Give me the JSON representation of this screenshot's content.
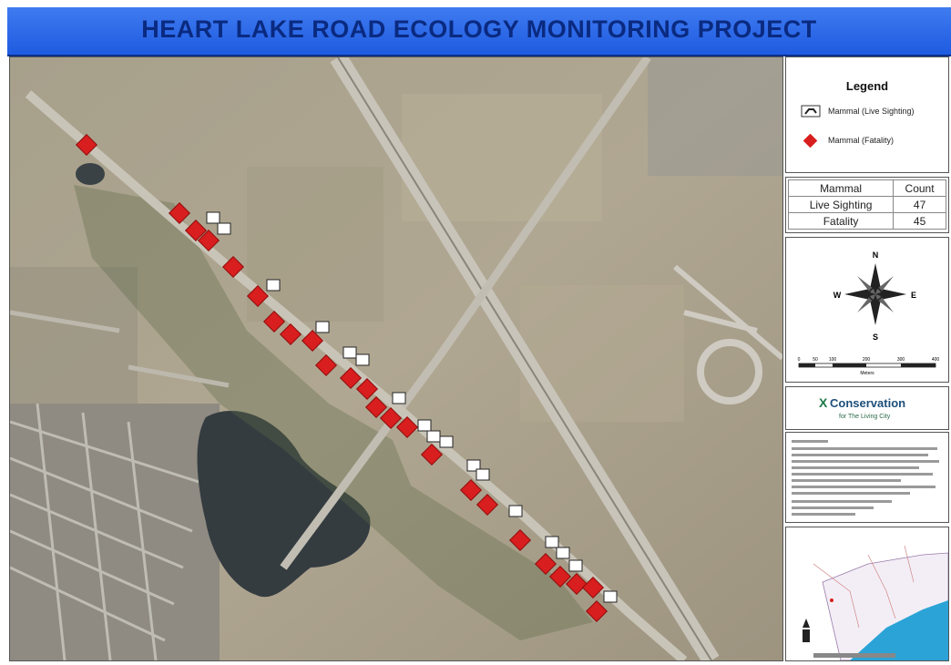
{
  "title": "HEART LAKE ROAD ECOLOGY MONITORING PROJECT",
  "legend": {
    "title": "Legend",
    "items": [
      {
        "label": "Mammal (Live Sighting)",
        "symbol": "animal-icon"
      },
      {
        "label": "Mammal (Fatality)",
        "symbol": "red-diamond"
      }
    ]
  },
  "counts": {
    "headers": [
      "Mammal",
      "Count"
    ],
    "rows": [
      {
        "label": "Live Sighting",
        "value": "47"
      },
      {
        "label": "Fatality",
        "value": "45"
      }
    ]
  },
  "compass": {
    "n": "N",
    "s": "S",
    "e": "E",
    "w": "W"
  },
  "scale_bar": {
    "ticks": [
      "0",
      "50",
      "100",
      "200",
      "300",
      "400"
    ],
    "unit": "Meters"
  },
  "logo": {
    "text": "Conservation",
    "subtext": "for The Living City"
  },
  "colors": {
    "title_bg": "#2a68ea",
    "title_text": "#0a2a80",
    "fatality": "#d81e1e",
    "live": "#ffffff",
    "road": "#b9b4a8",
    "lake": "#343c40",
    "field": "#a89f8a",
    "logo": "#1e7a4a"
  }
}
